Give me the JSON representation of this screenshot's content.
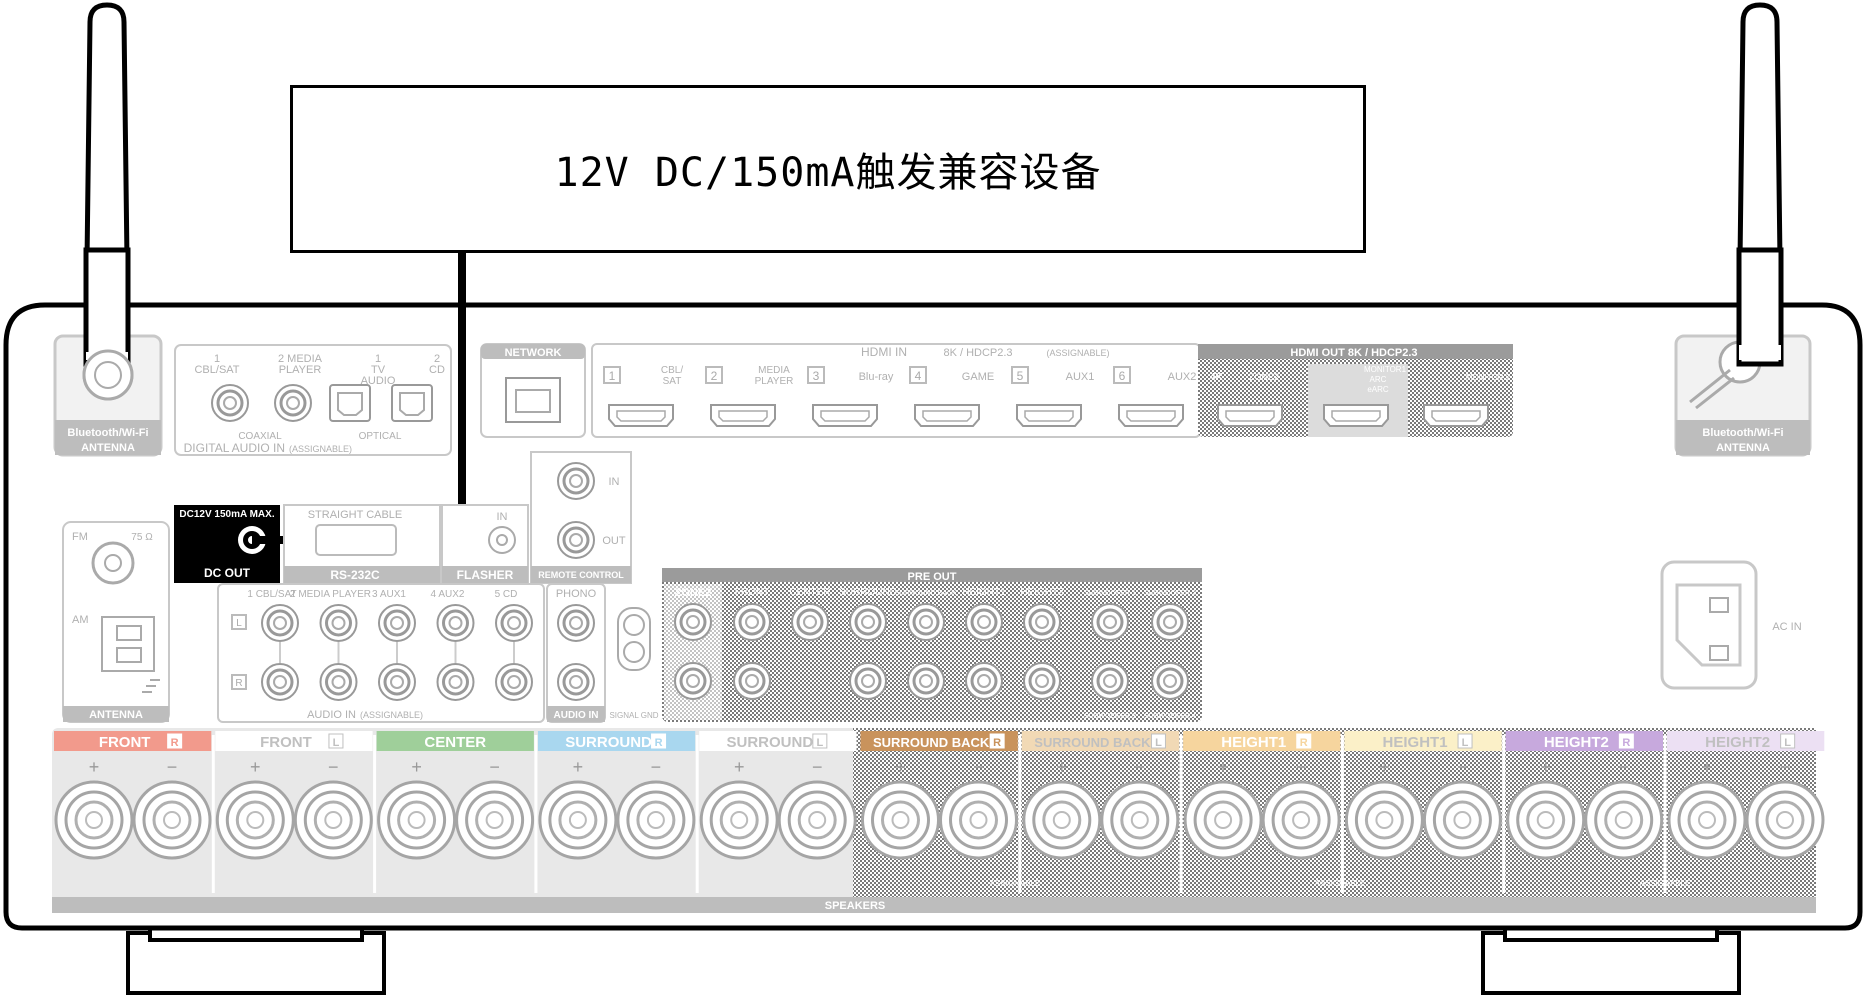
{
  "callout": {
    "text": "12V DC/150mA触发兼容设备"
  },
  "antenna_left": {
    "line1": "Bluetooth/Wi-Fi",
    "line2": "ANTENNA"
  },
  "antenna_right": {
    "line1": "Bluetooth/Wi-Fi",
    "line2": "ANTENNA"
  },
  "digital_audio": {
    "coax1": "1",
    "coax1_name": "CBL/SAT",
    "coax2": "2 MEDIA",
    "coax2_name": "PLAYER",
    "opt1": "1",
    "opt1_name": "TV",
    "opt1_name2": "AUDIO",
    "opt2": "2",
    "opt2_name": "CD",
    "coaxial": "COAXIAL",
    "optical": "OPTICAL",
    "title": "DIGITAL AUDIO IN",
    "title_note": "(ASSIGNABLE)"
  },
  "network": {
    "label": "NETWORK"
  },
  "hdmi_in": {
    "title": "HDMI IN",
    "spec": "8K / HDCP2.3",
    "note": "(ASSIGNABLE)",
    "ports": [
      {
        "num": "1",
        "name": "CBL/",
        "name2": "SAT"
      },
      {
        "num": "2",
        "name": "MEDIA",
        "name2": "PLAYER"
      },
      {
        "num": "3",
        "name": "Blu-ray",
        "name2": ""
      },
      {
        "num": "4",
        "name": "GAME",
        "name2": ""
      },
      {
        "num": "5",
        "name": "AUX1",
        "name2": ""
      },
      {
        "num": "6",
        "name": "AUX2",
        "name2": ""
      }
    ]
  },
  "hdmi_out": {
    "title": "HDMI OUT  8K / HDCP2.3",
    "out1": "4K",
    "out1b": "ZONE2",
    "out2a": "MONITOR1",
    "out2b": "ARC",
    "out2c": "eARC",
    "out3": "MONITOR 2"
  },
  "dc_out": {
    "top": "DC12V 150mA MAX.",
    "bottom": "DC OUT"
  },
  "rs232c": {
    "top": "STRAIGHT CABLE",
    "bottom": "RS-232C"
  },
  "flasher": {
    "top": "IN",
    "bottom": "FLASHER"
  },
  "remote": {
    "in": "IN",
    "out": "OUT",
    "bottom": "REMOTE CONTROL"
  },
  "antenna_fmam": {
    "fm": "FM",
    "ohm": "75 Ω",
    "am": "AM",
    "bottom": "ANTENNA"
  },
  "audio_in": {
    "inputs": [
      "1 CBL/SAT",
      "2 MEDIA PLAYER",
      "3 AUX1",
      "4 AUX2",
      "5 CD"
    ],
    "left": "L",
    "right": "R",
    "title": "AUDIO IN",
    "note": "(ASSIGNABLE)"
  },
  "phono": {
    "top": "PHONO",
    "bottom": "AUDIO IN",
    "gnd": "SIGNAL GND"
  },
  "pre_out": {
    "title": "PRE OUT",
    "zone2": "ZONE2",
    "channels": [
      "FRONT",
      "CENTER",
      "SURROUND",
      "SURROUND BACK",
      "HEIGHT1",
      "HEIGHT2"
    ],
    "sub1": "SUBWOOFER 1",
    "sub2": "SUBWOOFER 2",
    "sub3": "SUBWOOFER 3",
    "sub4": "SUBWOOFER 4"
  },
  "ac_in": {
    "label": "AC IN"
  },
  "speakers": {
    "title": "SPEAKERS",
    "assignable": "ASSIGNABLE",
    "groups": [
      {
        "name": "FRONT",
        "side": "R",
        "color": "#f29a8c"
      },
      {
        "name": "FRONT",
        "side": "L",
        "color": "#ffffff"
      },
      {
        "name": "CENTER",
        "side": "",
        "color": "#9fcf9a"
      },
      {
        "name": "SURROUND",
        "side": "R",
        "color": "#a9d7ef"
      },
      {
        "name": "SURROUND",
        "side": "L",
        "color": "#ffffff"
      },
      {
        "name": "SURROUND BACK",
        "side": "R",
        "color": "#c9935c"
      },
      {
        "name": "SURROUND BACK",
        "side": "L",
        "color": "#f1d9b5"
      },
      {
        "name": "HEIGHT1",
        "side": "R",
        "color": "#f6d59e"
      },
      {
        "name": "HEIGHT1",
        "side": "L",
        "color": "#fbf0c8"
      },
      {
        "name": "HEIGHT2",
        "side": "R",
        "color": "#c7a9dd"
      },
      {
        "name": "HEIGHT2",
        "side": "L",
        "color": "#ece0f3"
      }
    ],
    "plus": "+",
    "minus": "−"
  },
  "colors": {
    "panel": "#e8e8e8",
    "label_gray": "#b5b5b5",
    "line": "#000000"
  }
}
